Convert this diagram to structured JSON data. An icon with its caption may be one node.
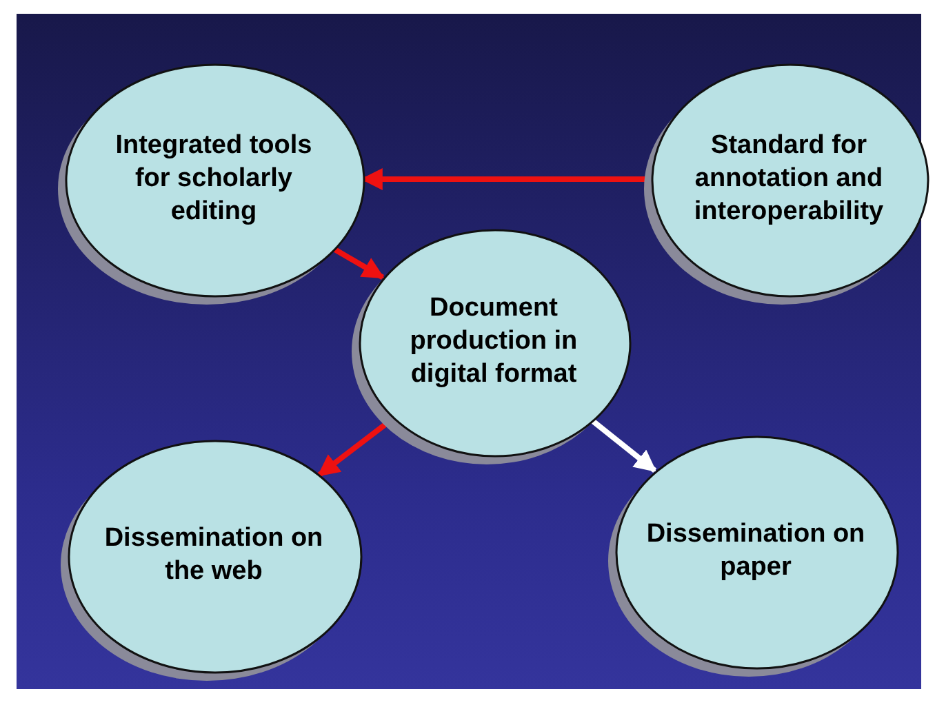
{
  "diagram": {
    "nodes": [
      {
        "text": [
          "Integrated tools for scholarly editing"
        ]
      },
      {
        "text": [
          "Standard for annotation and interoperability"
        ]
      },
      {
        "text": [
          "Document production in digital format"
        ]
      },
      {
        "text": [
          "Dissemination on the web"
        ]
      },
      {
        "text": [
          "Dissemination on paper"
        ]
      }
    ],
    "edges": [
      {
        "from": 1,
        "to": 0,
        "arrow": "to"
      },
      {
        "from": 0,
        "to": 2,
        "arrow": "to"
      },
      {
        "from": 2,
        "to": 3,
        "arrow": "to"
      },
      {
        "from": 2,
        "to": 4,
        "arrow": "to",
        "color": "#ffffff"
      }
    ]
  }
}
